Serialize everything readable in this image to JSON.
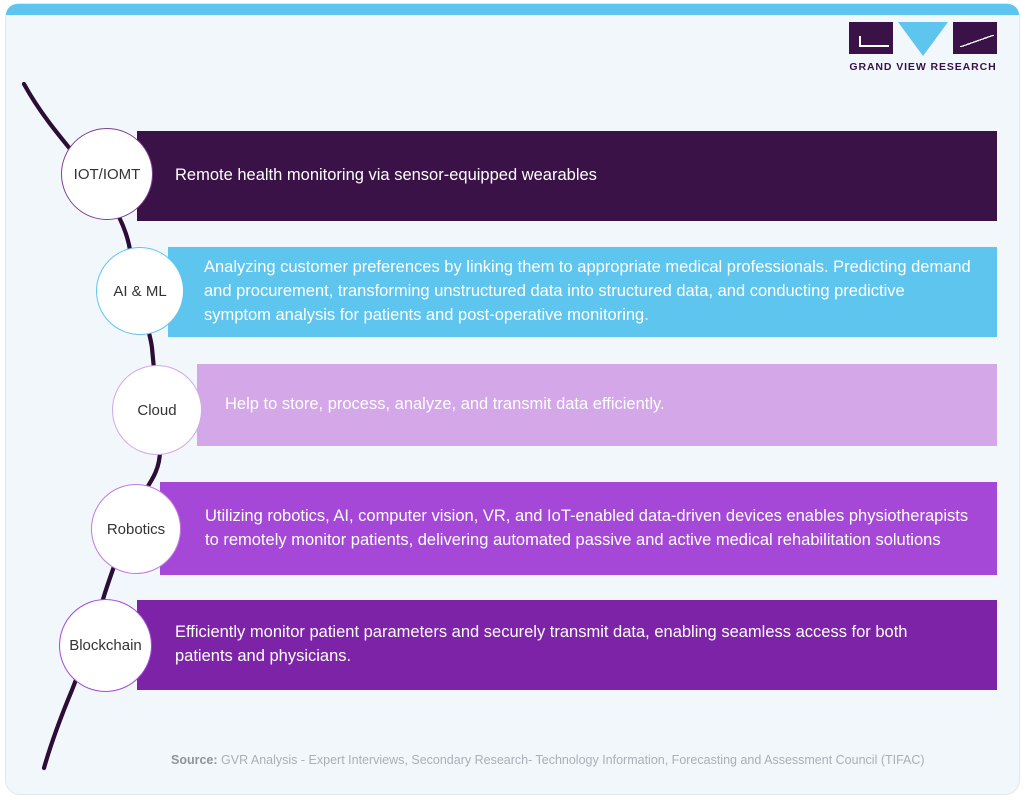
{
  "brand": {
    "logo_text": "GRAND VIEW RESEARCH",
    "dark": "#3a1247",
    "accent": "#5ec5ee"
  },
  "top_accent_color": "#5ec5ee",
  "canvas_bg": "#f2f7fb",
  "rows": [
    {
      "label": "IOT/IOMT",
      "text": "Remote health monitoring via sensor-equipped wearables",
      "color": "#3a1247",
      "node_border": "#7e3f8f"
    },
    {
      "label": "AI & ML",
      "text": "Analyzing customer preferences by linking them to appropriate medical professionals. Predicting demand and procurement, transforming unstructured data into structured data, and conducting predictive symptom analysis for patients and post-operative monitoring.",
      "color": "#5ec5ee",
      "node_border": "#5ec5ee"
    },
    {
      "label": "Cloud",
      "text": "Help to store, process, analyze, and transmit data efficiently.",
      "color": "#d3a7e8",
      "node_border": "#d3a7e8"
    },
    {
      "label": "Robotics",
      "text": "Utilizing robotics, AI, computer vision, VR, and IoT-enabled data-driven devices enables physiotherapists to remotely monitor patients, delivering automated passive and active medical rehabilitation solutions",
      "color": "#a548d8",
      "node_border": "#c07ae0"
    },
    {
      "label": "Blockchain",
      "text": "Efficiently monitor patient parameters and securely transmit data, enabling seamless access for both patients and physicians.",
      "color": "#7d23a8",
      "node_border": "#a548d8"
    }
  ],
  "footer": {
    "source_label": "Source:",
    "source_text": " GVR Analysis - Expert Interviews, Secondary Research- Technology Information, Forecasting and Assessment Council (TIFAC)"
  }
}
